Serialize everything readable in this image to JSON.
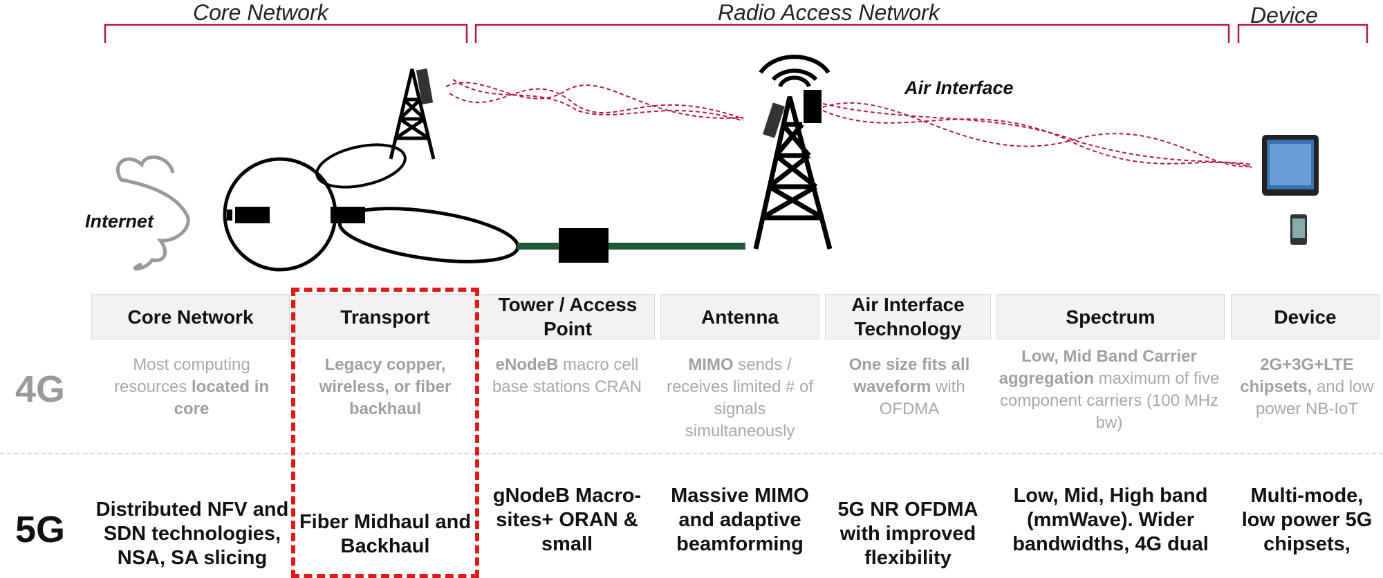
{
  "sections": {
    "core": "Core Network",
    "ran": "Radio Access Network",
    "device": "Device"
  },
  "diagram": {
    "internet_label": "Internet",
    "air_interface_label": "Air Interface"
  },
  "columns": [
    {
      "header": "Core Network",
      "g4": [
        {
          "t": "Most computing",
          "b": false
        },
        {
          "t": " resources ",
          "b": false
        },
        {
          "t": "located in core",
          "b": true
        }
      ],
      "g5": "Distributed NFV and SDN technologies, NSA, SA slicing"
    },
    {
      "header": "Transport",
      "g4": [
        {
          "t": "Legacy copper, wireless, or fiber backhaul",
          "b": true
        }
      ],
      "g5": "Fiber Midhaul and Backhaul"
    },
    {
      "header": "Tower / Access Point",
      "g4": [
        {
          "t": "eNodeB",
          "b": true
        },
        {
          "t": " macro cell base stations CRAN",
          "b": false
        }
      ],
      "g5": "gNodeB Macro-sites+ ORAN & small"
    },
    {
      "header": "Antenna",
      "g4": [
        {
          "t": "MIMO",
          "b": true
        },
        {
          "t": " sends / receives limited # of signals simultaneously",
          "b": false
        }
      ],
      "g5": "Massive MIMO and adaptive beamforming"
    },
    {
      "header": "Air Interface Technology",
      "g4": [
        {
          "t": "One size fits all waveform",
          "b": true
        },
        {
          "t": " with OFDMA",
          "b": false
        }
      ],
      "g5": "5G NR OFDMA with improved flexibility"
    },
    {
      "header": "Spectrum",
      "g4": [
        {
          "t": "Low, Mid Band Carrier aggregation",
          "b": true
        },
        {
          "t": " maximum of five component carriers (100 MHz bw)",
          "b": false
        }
      ],
      "g5": "Low, Mid, High band (mmWave). Wider bandwidths, 4G dual"
    },
    {
      "header": "Device",
      "g4": [
        {
          "t": "2G+3G+LTE chipsets,",
          "b": true
        },
        {
          "t": " and low power NB-IoT",
          "b": false
        }
      ],
      "g5": "Multi-mode, low power 5G chipsets,"
    }
  ],
  "rows": {
    "g4_label": "4G",
    "g5_label": "5G"
  },
  "colors": {
    "accent": "#b5164a",
    "highlight": "#e01a1a",
    "fiber": "#1f5a36",
    "g4_text": "#a8a8a8"
  }
}
